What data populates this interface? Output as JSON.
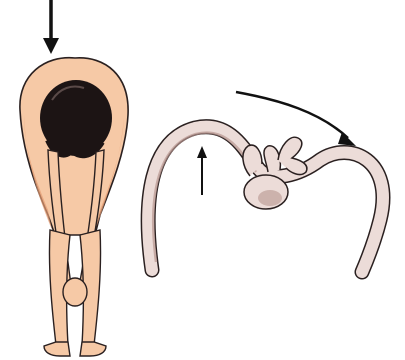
{
  "figure": {
    "left_panel": "person-bending-forward",
    "right_panel": "aortic-arch-with-branches",
    "colors": {
      "background": "#ffffff",
      "skin": "#f6c9a6",
      "skin_shade": "#e59c74",
      "hair": "#1c1414",
      "vessel": "#ecdcd8",
      "vessel_shade": "#b89690",
      "outline": "#2a2020",
      "arrow": "#111111"
    },
    "icons": [
      "downward-pressure-arrow",
      "upward-arrow",
      "curved-flow-arrow"
    ]
  }
}
